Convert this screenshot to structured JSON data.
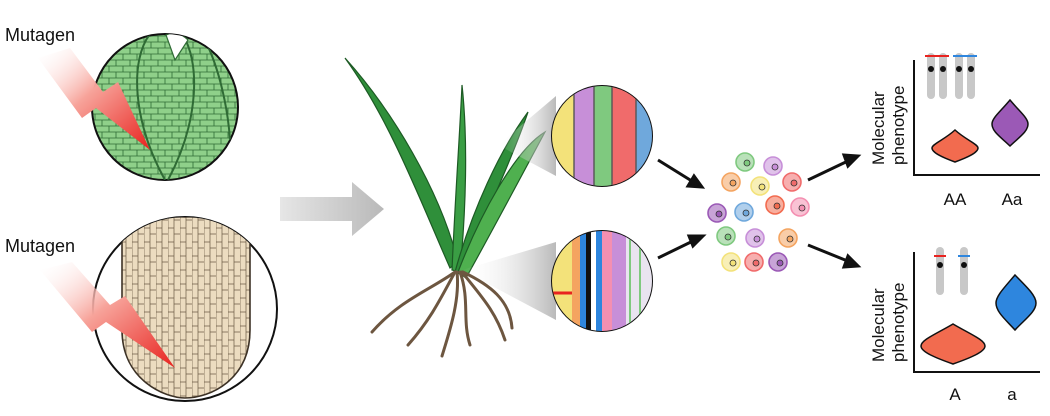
{
  "mutagen_labels": [
    "Mutagen",
    "Mutagen"
  ],
  "top_plot": {
    "y_label_line1": "Molecular",
    "y_label_line2": "phenotype",
    "x_labels": [
      "AA",
      "Aa"
    ],
    "violin_colors": [
      "#f26b4f",
      "#9b59b6"
    ]
  },
  "bottom_plot": {
    "y_label_line1": "Molecular",
    "y_label_line2": "phenotype",
    "x_labels": [
      "A",
      "a"
    ],
    "violin_colors": [
      "#f26b4f",
      "#2e86de"
    ]
  },
  "colors": {
    "shoot_tissue": "#7cc47a",
    "root_tissue": "#ecdcc0",
    "lightning": "#e8231f",
    "leaf": "#2f8f3a",
    "root": "#8b6f55",
    "big_arrow": "#cfcfcf"
  },
  "cell_colors": [
    "#7fc97f",
    "#c78fd8",
    "#f4a460",
    "#f3e27a",
    "#f06b6b",
    "#9b59b6",
    "#6fa8dc",
    "#f26b4f",
    "#f48fb1"
  ]
}
